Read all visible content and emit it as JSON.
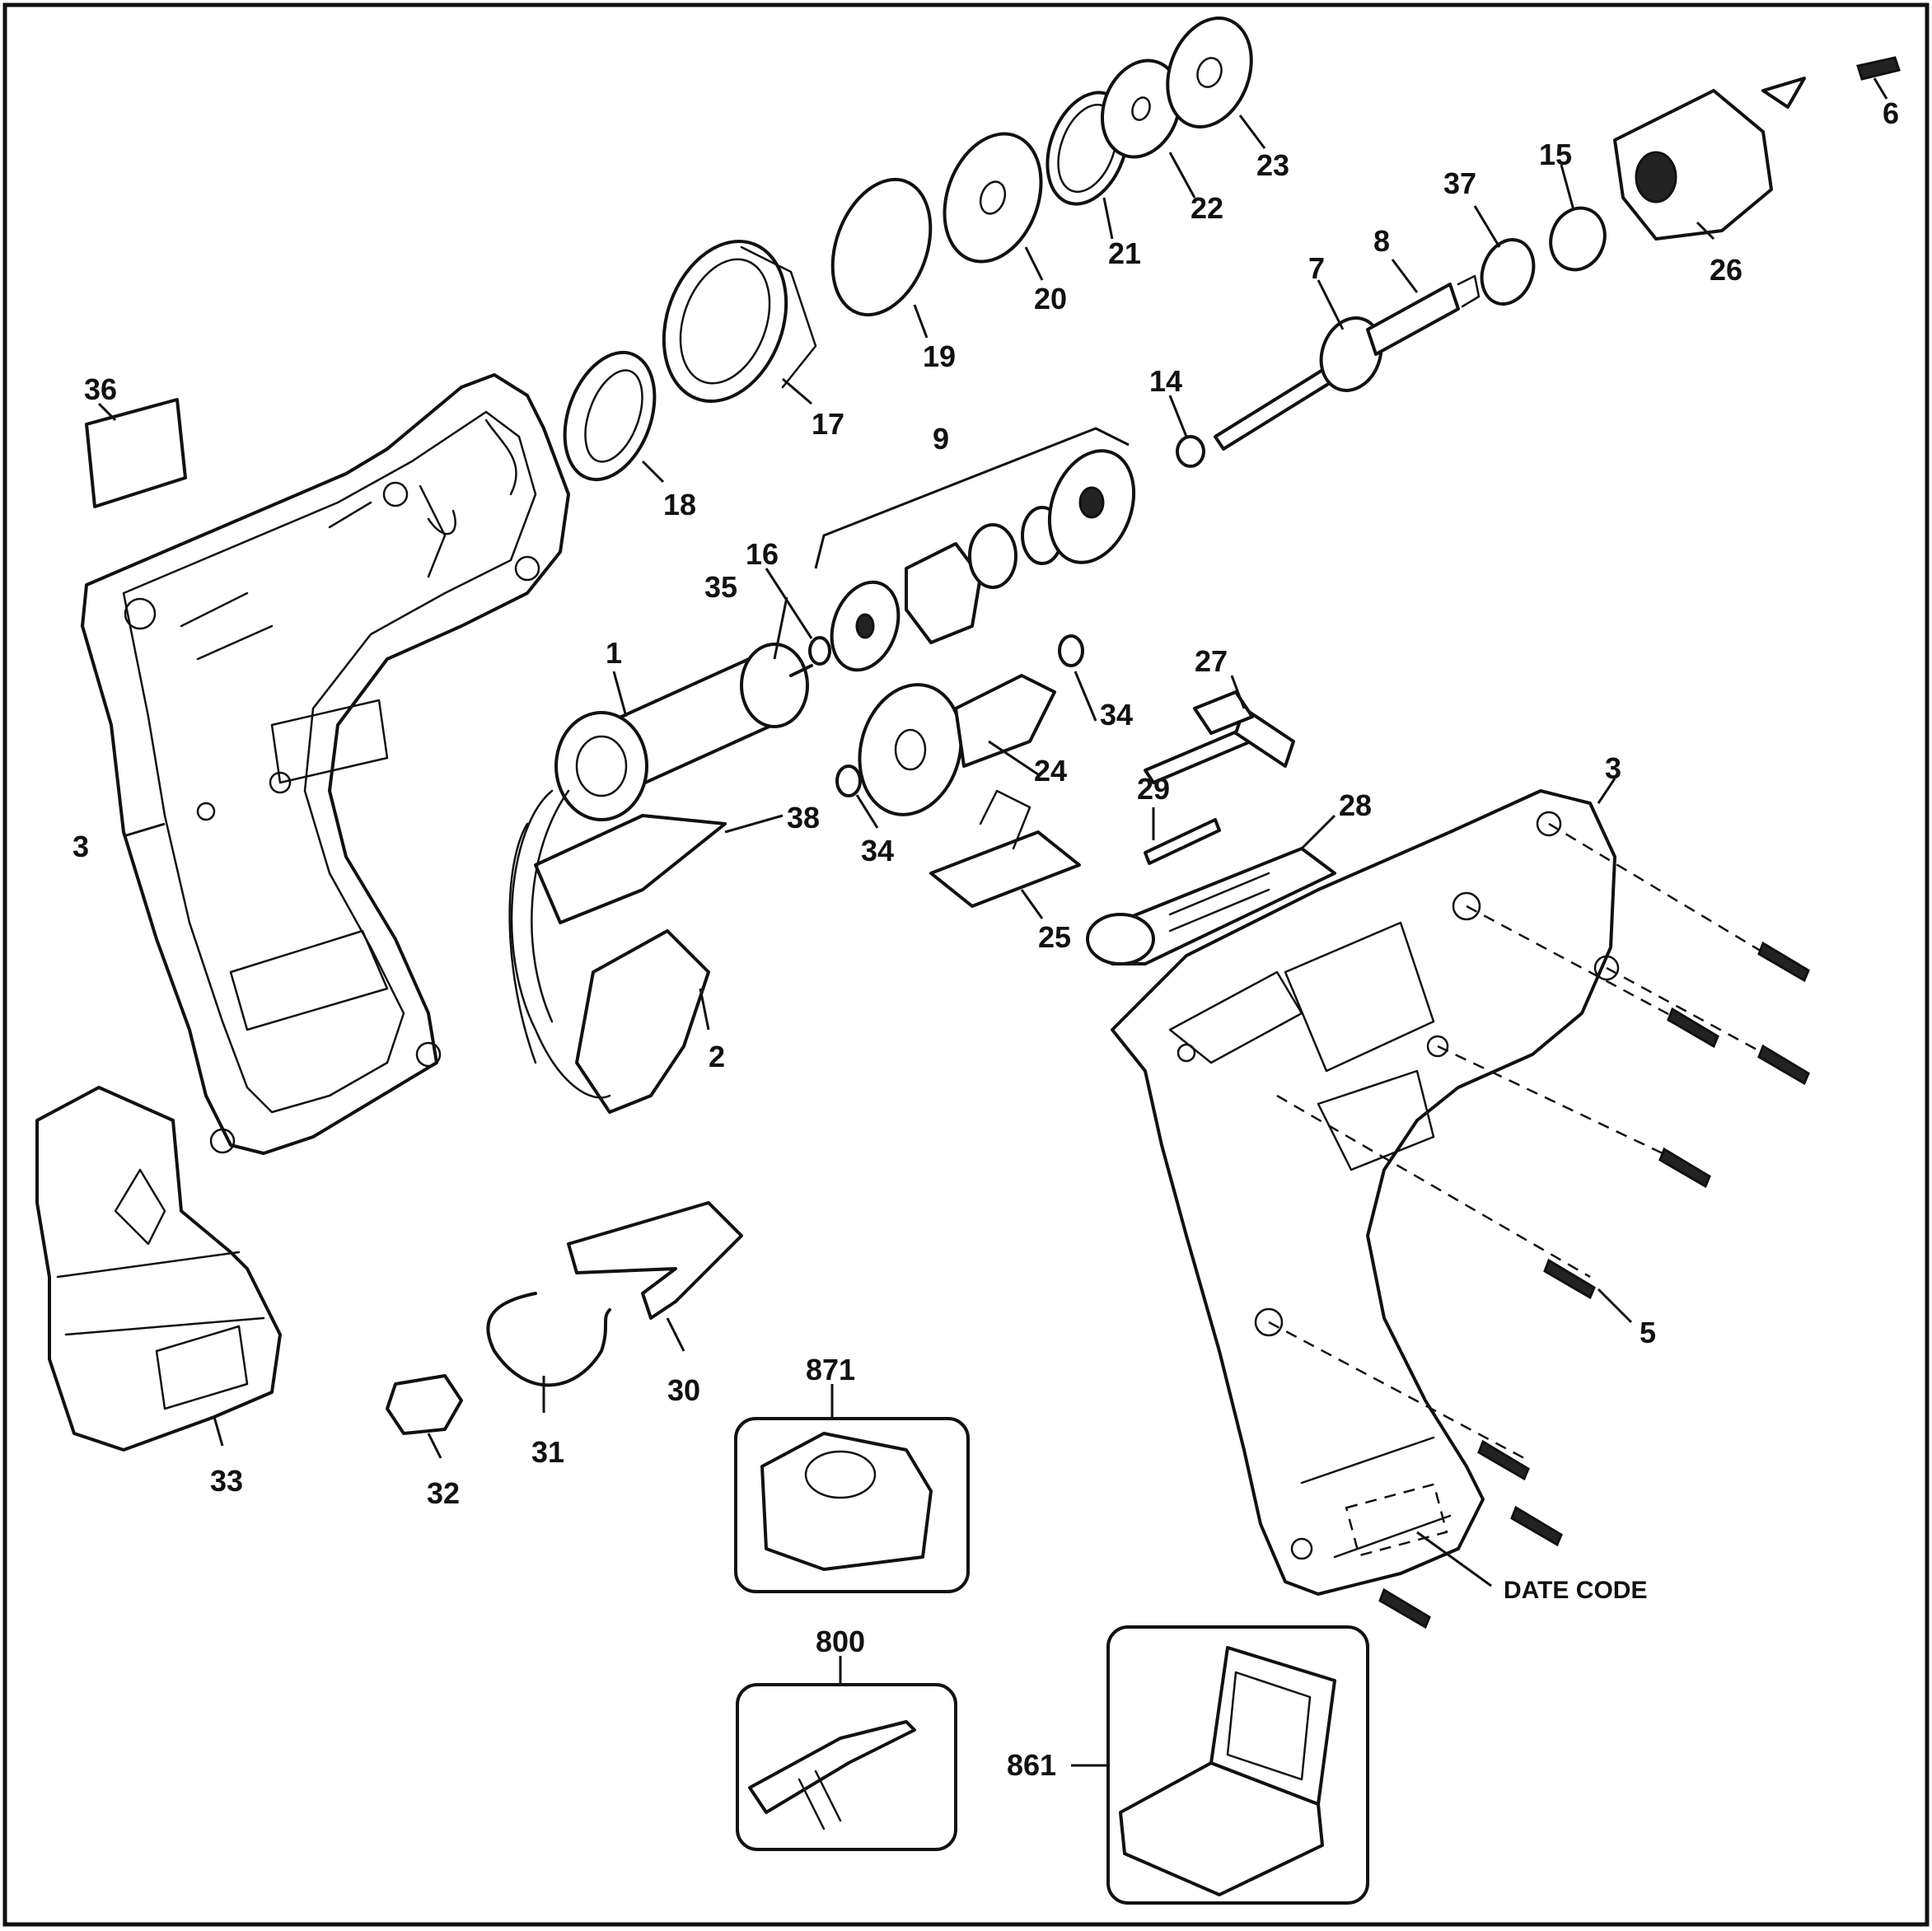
{
  "parts": [
    {
      "id": "p1",
      "label": "1"
    },
    {
      "id": "p2",
      "label": "2"
    },
    {
      "id": "p3a",
      "label": "3"
    },
    {
      "id": "p3b",
      "label": "3"
    },
    {
      "id": "p5",
      "label": "5"
    },
    {
      "id": "p6",
      "label": "6"
    },
    {
      "id": "p7",
      "label": "7"
    },
    {
      "id": "p8",
      "label": "8"
    },
    {
      "id": "p9",
      "label": "9"
    },
    {
      "id": "p14",
      "label": "14"
    },
    {
      "id": "p15",
      "label": "15"
    },
    {
      "id": "p16",
      "label": "16"
    },
    {
      "id": "p17",
      "label": "17"
    },
    {
      "id": "p18",
      "label": "18"
    },
    {
      "id": "p19",
      "label": "19"
    },
    {
      "id": "p20",
      "label": "20"
    },
    {
      "id": "p21",
      "label": "21"
    },
    {
      "id": "p22",
      "label": "22"
    },
    {
      "id": "p23",
      "label": "23"
    },
    {
      "id": "p24",
      "label": "24"
    },
    {
      "id": "p25",
      "label": "25"
    },
    {
      "id": "p26",
      "label": "26"
    },
    {
      "id": "p27",
      "label": "27"
    },
    {
      "id": "p28",
      "label": "28"
    },
    {
      "id": "p29",
      "label": "29"
    },
    {
      "id": "p30",
      "label": "30"
    },
    {
      "id": "p31",
      "label": "31"
    },
    {
      "id": "p32",
      "label": "32"
    },
    {
      "id": "p33",
      "label": "33"
    },
    {
      "id": "p34a",
      "label": "34"
    },
    {
      "id": "p34b",
      "label": "34"
    },
    {
      "id": "p35",
      "label": "35"
    },
    {
      "id": "p36",
      "label": "36"
    },
    {
      "id": "p37",
      "label": "37"
    },
    {
      "id": "p38",
      "label": "38"
    },
    {
      "id": "p800",
      "label": "800"
    },
    {
      "id": "p861",
      "label": "861"
    },
    {
      "id": "p871",
      "label": "871"
    }
  ],
  "date_code_label": "DATE CODE"
}
